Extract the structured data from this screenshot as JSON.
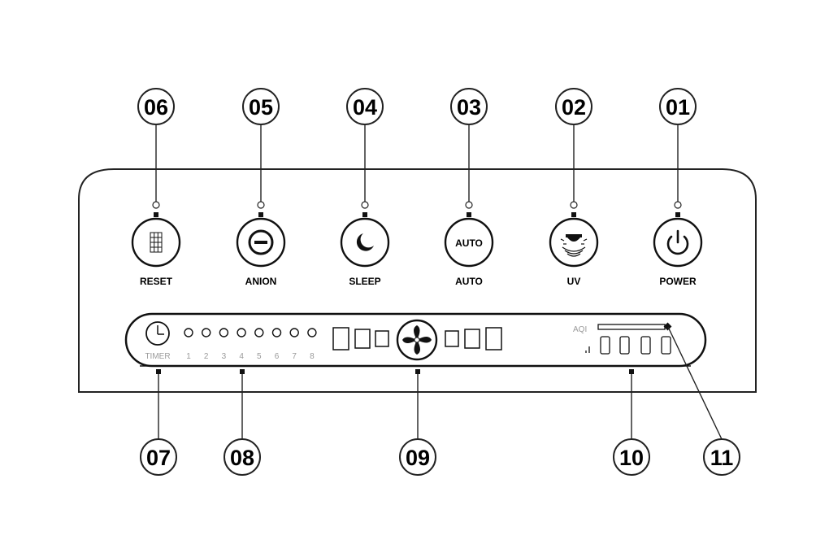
{
  "callouts": {
    "c01": "01",
    "c02": "02",
    "c03": "03",
    "c04": "04",
    "c05": "05",
    "c06": "06",
    "c07": "07",
    "c08": "08",
    "c09": "09",
    "c10": "10",
    "c11": "11"
  },
  "buttons": {
    "reset": {
      "label": "RESET",
      "icon": "filter-grid-icon"
    },
    "anion": {
      "label": "ANION",
      "icon": "anion-minus-icon"
    },
    "sleep": {
      "label": "SLEEP",
      "icon": "moon-icon"
    },
    "auto": {
      "label": "AUTO",
      "icon": "auto-icon",
      "icon_text": "AUTO"
    },
    "uv": {
      "label": "UV",
      "icon": "uv-lamp-icon"
    },
    "power": {
      "label": "POWER",
      "icon": "power-icon"
    }
  },
  "display": {
    "timer_label": "TIMER",
    "timer_icon": "clock-icon",
    "timer_hours": [
      "1",
      "2",
      "3",
      "4",
      "5",
      "6",
      "7",
      "8"
    ],
    "fan_icon": "fan-icon",
    "aqi_label": "AQI"
  }
}
